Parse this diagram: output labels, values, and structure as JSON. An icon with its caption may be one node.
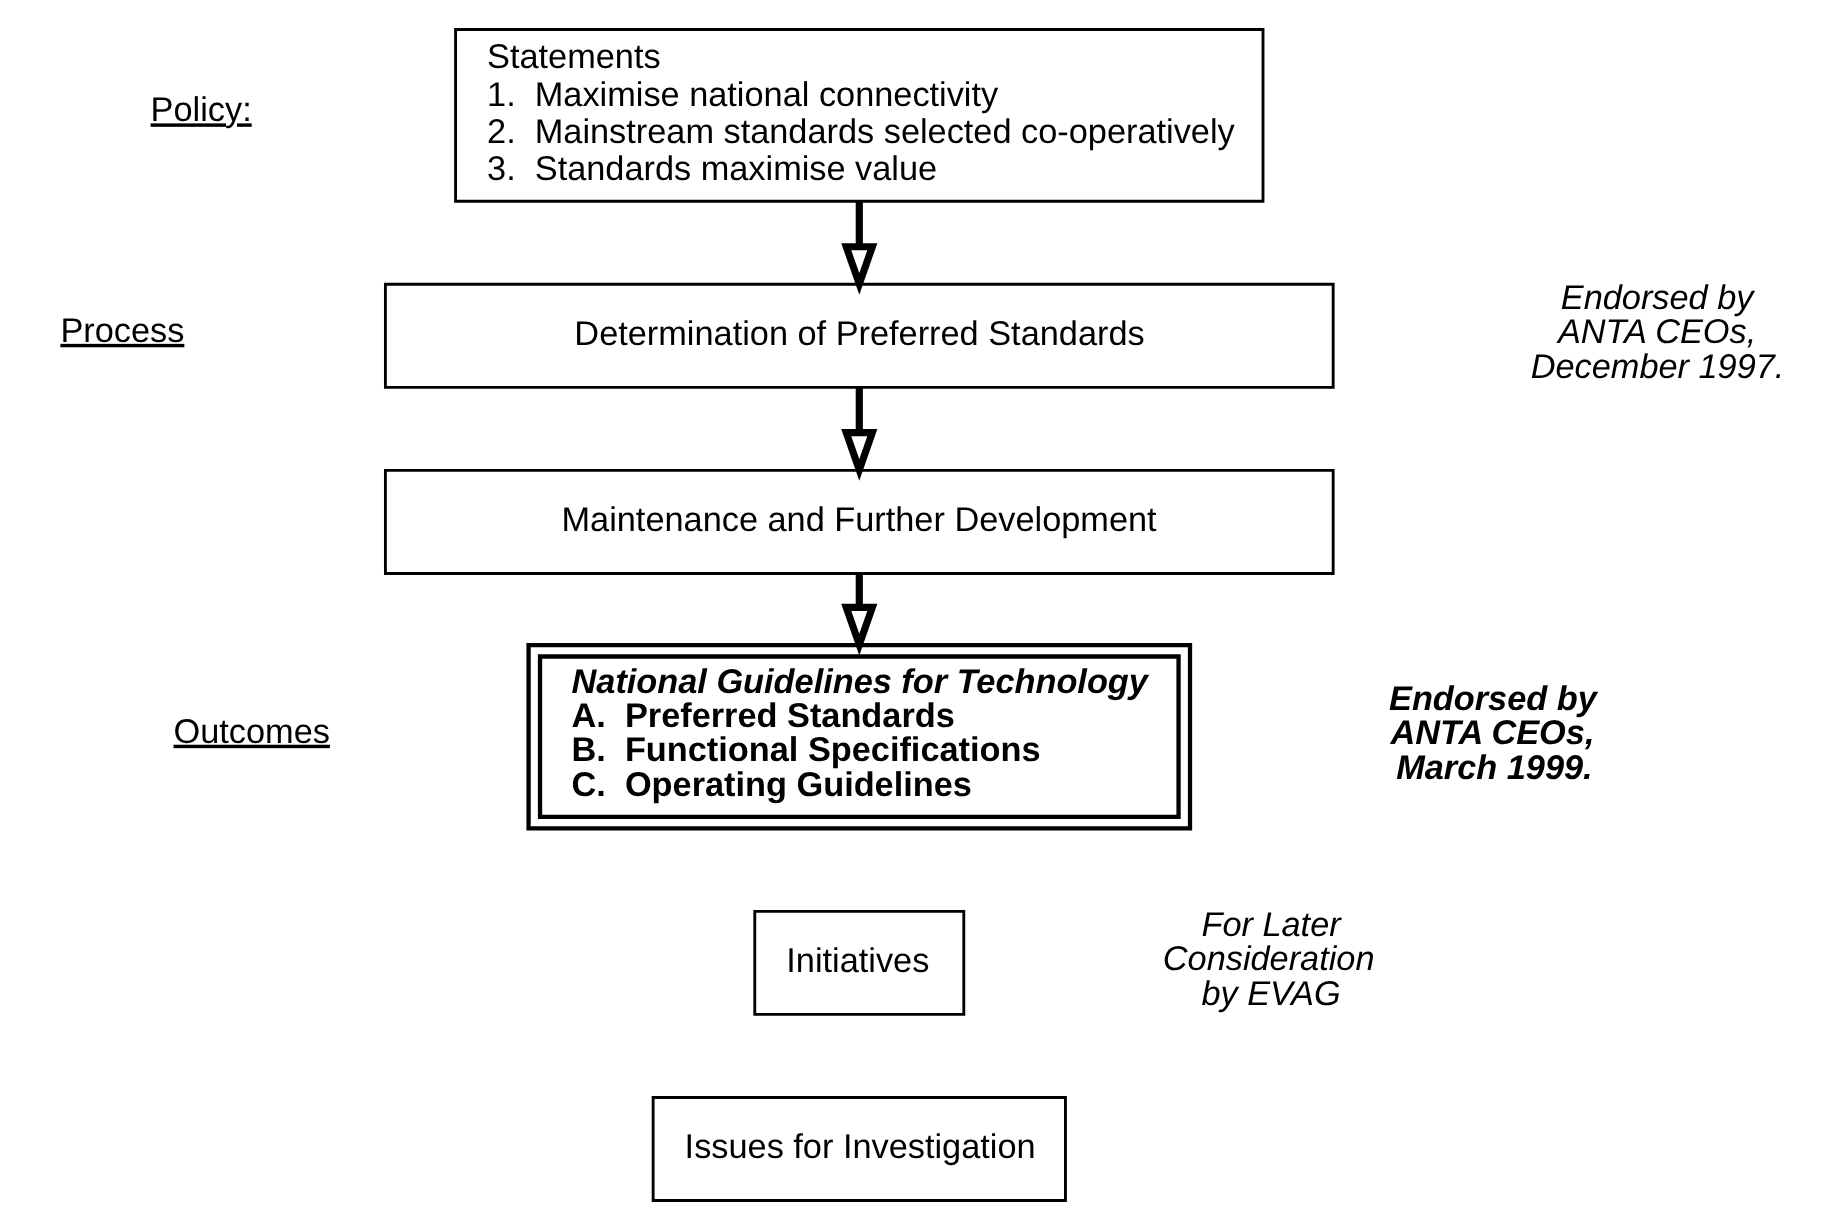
{
  "diagram": {
    "nodes": [
      {
        "text": [
          "Statements",
          "1.  Maximise national connectivity",
          "2.  Mainstream standards selected co-operatively",
          "3.  Standards maximise value"
        ]
      },
      {
        "text": [
          "Determination of Preferred Standards"
        ]
      },
      {
        "text": [
          "Maintenance and Further Development"
        ]
      },
      {
        "text": [
          "National Guidelines for Technology",
          "A.  Preferred Standards",
          "B.  Functional Specifications",
          "C.  Operating Guidelines"
        ]
      },
      {
        "text": [
          "Initiatives"
        ]
      },
      {
        "text": [
          "Issues for Investigation"
        ]
      }
    ],
    "edges": [
      {
        "from": 0,
        "to": 1,
        "arrow": "to"
      },
      {
        "from": 1,
        "to": 2,
        "arrow": "to"
      },
      {
        "from": 2,
        "to": 3,
        "arrow": "to"
      }
    ],
    "labels": [
      "Policy:",
      "Endorsed by ANTA CEOs, December 1997.",
      "Process",
      "Outcomes",
      "Endorsed by ANTA CEOs, March 1999.",
      "For Later Consideration by EVAG"
    ]
  }
}
